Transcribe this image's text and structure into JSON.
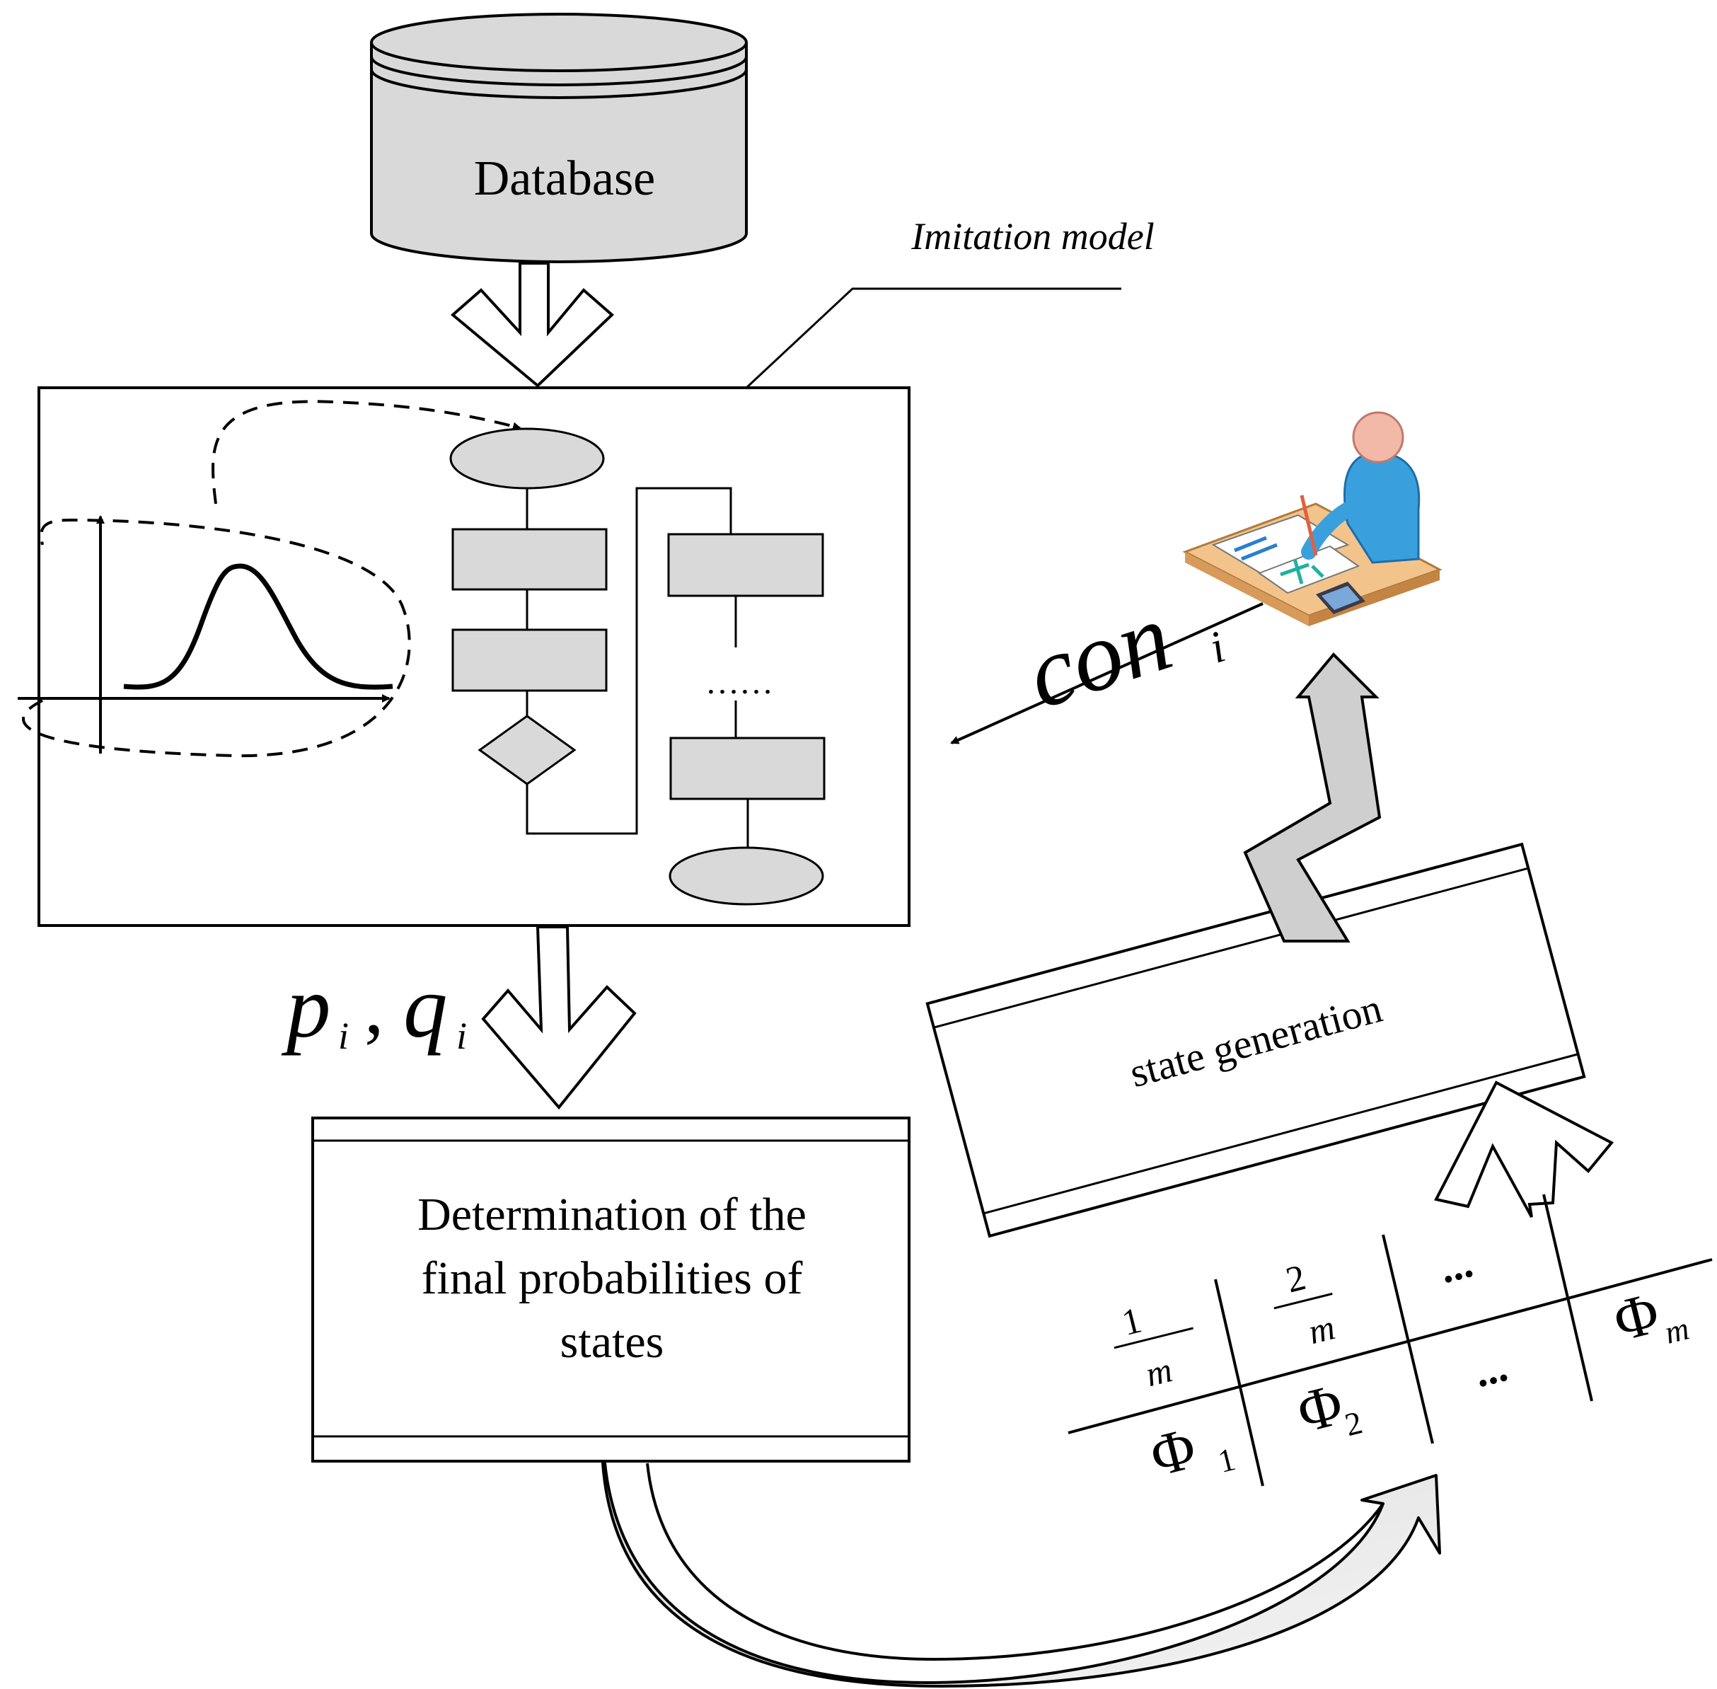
{
  "database": {
    "label": "Database"
  },
  "imitation_model": {
    "label": "Imitation model"
  },
  "con_label": {
    "base": "con",
    "sub": "i"
  },
  "pq_label": {
    "p": "p",
    "q": "q",
    "sub": "i",
    "sep": ","
  },
  "flow_ellipsis": "……",
  "final_prob_box": {
    "line1": "Determination of the",
    "line2": "final probabilities of",
    "line3": "states"
  },
  "state_gen_box": {
    "label": "state generation"
  },
  "table": {
    "top": {
      "frac1_num": "1",
      "frac1_den": "m",
      "frac2_num": "2",
      "frac2_den": "m",
      "dots": "...",
      "phi_m": "Φ",
      "phi_m_sub": "m"
    },
    "bottom": {
      "phi1": "Φ",
      "phi1_sub": "1",
      "phi2": "Φ",
      "phi2_sub": "2",
      "dots": "..."
    }
  },
  "icons": {
    "database": "database-cylinder-icon",
    "operator": "person-at-desk-icon"
  },
  "colors": {
    "shape_fill": "#d9d9d9",
    "stroke": "#000000",
    "arrow_gray": "#c8c8c8",
    "skin": "#f2b8a8",
    "shirt": "#3aa0dd",
    "desk": "#f2c48c"
  }
}
